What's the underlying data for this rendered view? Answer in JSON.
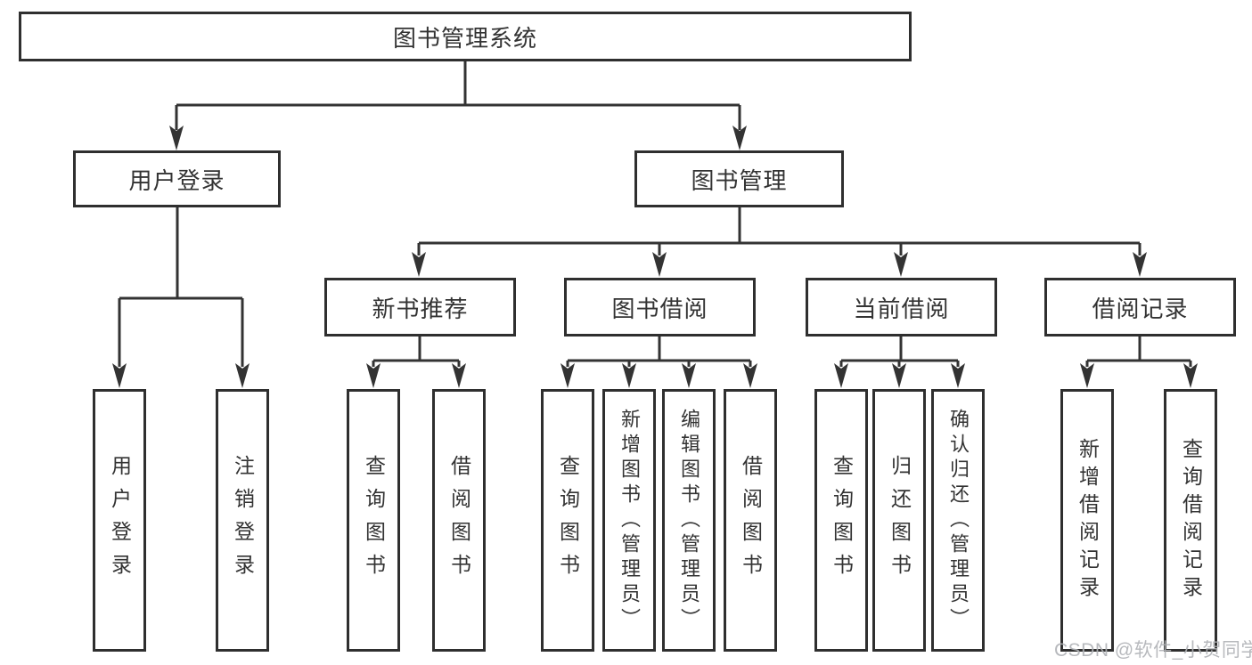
{
  "diagram": {
    "root_label": "图书管理系统",
    "branches": [
      {
        "label": "用户登录",
        "children": [
          {
            "label": "用户登录"
          },
          {
            "label": "注销登录"
          }
        ]
      },
      {
        "label": "图书管理",
        "sections": [
          {
            "label": "新书推荐",
            "children": [
              {
                "label": "查询图书"
              },
              {
                "label": "借阅图书"
              }
            ]
          },
          {
            "label": "图书借阅",
            "children": [
              {
                "label": "查询图书"
              },
              {
                "label": "新增图书（管理员）"
              },
              {
                "label": "编辑图书（管理员）"
              },
              {
                "label": "借阅图书"
              }
            ]
          },
          {
            "label": "当前借阅",
            "children": [
              {
                "label": "查询图书"
              },
              {
                "label": "归还图书"
              },
              {
                "label": "确认归还（管理员）"
              }
            ]
          },
          {
            "label": "借阅记录",
            "children": [
              {
                "label": "新增借阅记录"
              },
              {
                "label": "查询借阅记录"
              }
            ]
          }
        ]
      }
    ]
  },
  "watermark": {
    "text": "CSDN @软件_小贺同学"
  },
  "colors": {
    "line": "#333333",
    "box_border": "#2f2f2f",
    "box_fill": "#ffffff",
    "text": "#333333",
    "background": "#ffffff",
    "watermark": "#b0b2b6"
  }
}
